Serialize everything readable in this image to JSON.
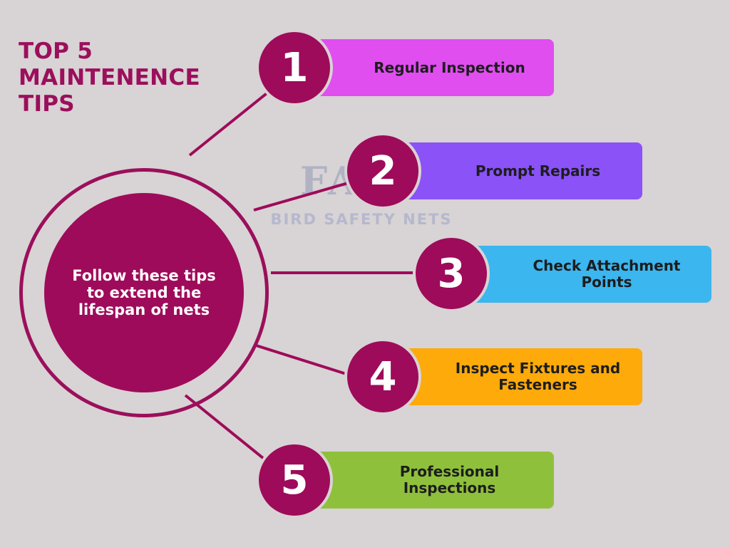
{
  "title": {
    "line1": "TOP 5",
    "line2": "MAINTENENCE",
    "line3": "TIPS"
  },
  "center": {
    "text": "Follow these tips to extend the lifespan of nets"
  },
  "watermark": {
    "line1": "FAST",
    "line2": "BIRD SAFETY NETS"
  },
  "tips": [
    {
      "number": "1",
      "label": "Regular Inspection",
      "color": "#e04ef0"
    },
    {
      "number": "2",
      "label": "Prompt Repairs",
      "color": "#8a52f7"
    },
    {
      "number": "3",
      "label": "Check Attachment Points",
      "color": "#3bb6ef"
    },
    {
      "number": "4",
      "label": "Inspect Fixtures and Fasteners",
      "color": "#fdaa0a"
    },
    {
      "number": "5",
      "label": "Professional Inspections",
      "color": "#8fc03c"
    }
  ],
  "colors": {
    "accent": "#9e0b5a",
    "title": "#9b0f5c",
    "background": "#d8d3d4"
  }
}
